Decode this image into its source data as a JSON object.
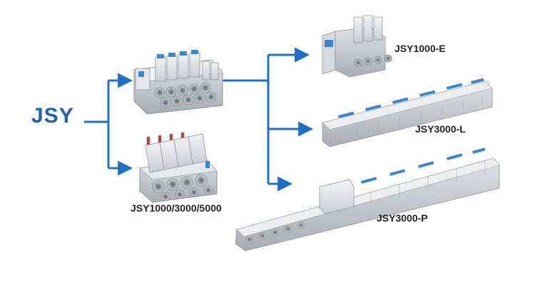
{
  "root": {
    "label": "JSY"
  },
  "products": {
    "top_manifold": {
      "label": ""
    },
    "bottom_manifold": {
      "label": "JSY1000/3000/5000"
    },
    "jsy1000e": {
      "label": "JSY1000-E"
    },
    "jsy3000l": {
      "label": "JSY3000-L"
    },
    "jsy3000p": {
      "label": "JSY3000-P"
    }
  },
  "colors": {
    "arrow": "#1f6fc6",
    "root_text": "#1f5fb4",
    "label_text": "#222222",
    "body_light": "#e8eaec",
    "body_mid": "#cfd3d7",
    "body_dark": "#9aa0a6",
    "accent_blue": "#3a86d1"
  }
}
